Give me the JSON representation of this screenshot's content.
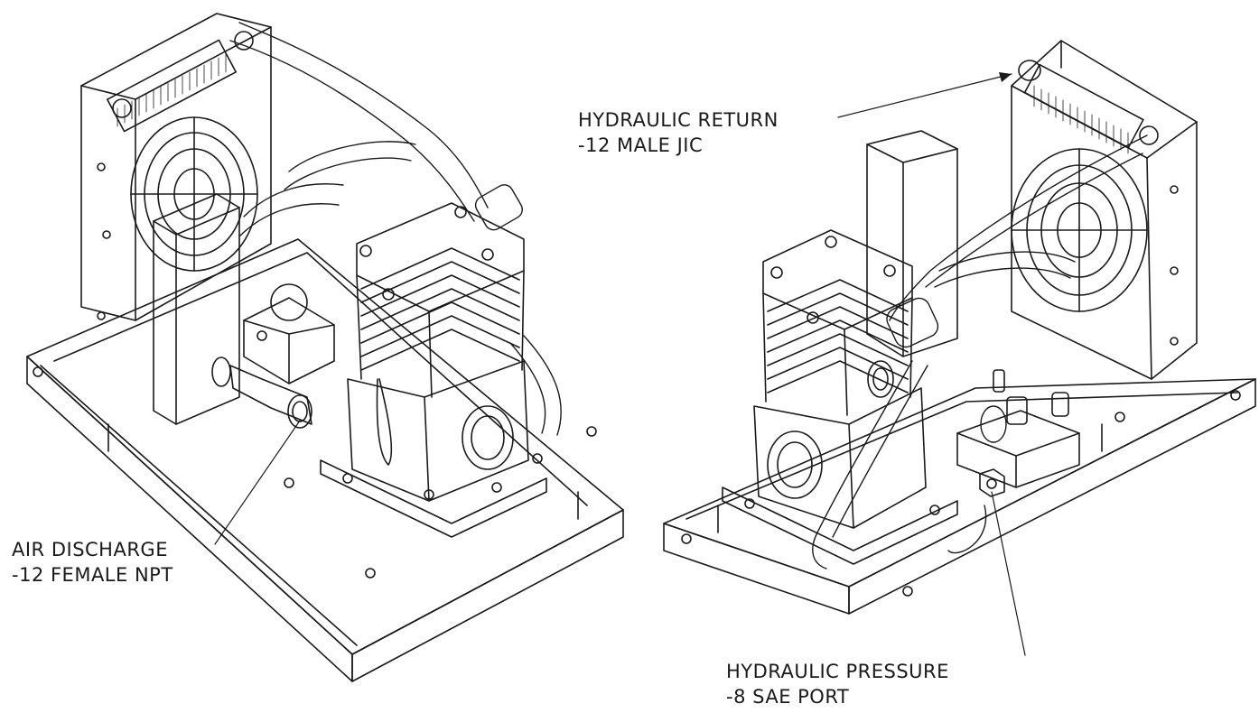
{
  "callouts": {
    "hydraulic_return": {
      "line1": "HYDRAULIC RETURN",
      "line2": "-12 MALE JIC"
    },
    "air_discharge": {
      "line1": "AIR DISCHARGE",
      "line2": "-12 FEMALE NPT"
    },
    "hydraulic_pressure": {
      "line1": "HYDRAULIC PRESSURE",
      "line2": "-8 SAE PORT"
    }
  },
  "colors": {
    "line": "#1a1a1a",
    "background": "#ffffff"
  }
}
